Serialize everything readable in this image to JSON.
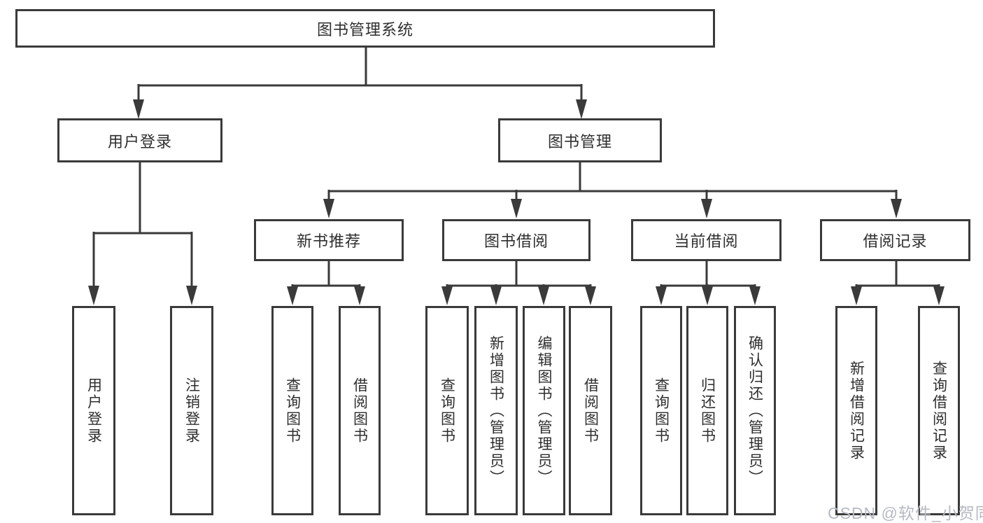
{
  "diagram": {
    "type": "hierarchy-flowchart",
    "watermark": "CSDN @软件_小贺同学",
    "colors": {
      "line": "#3a3a3a",
      "box_border": "#3a3a3a",
      "box_background": "#ffffff",
      "text": "#2e2e2e",
      "watermark": "#b6bac3"
    }
  },
  "nodes": {
    "root": {
      "label": "图书管理系统"
    },
    "user_login": {
      "label": "用户登录"
    },
    "book_mgmt": {
      "label": "图书管理"
    },
    "new_book_rec": {
      "label": "新书推荐"
    },
    "book_borrow": {
      "label": "图书借阅"
    },
    "current_borrow": {
      "label": "当前借阅"
    },
    "borrow_record": {
      "label": "借阅记录"
    },
    "leaf_user_login": {
      "label": "用户登录"
    },
    "leaf_logout": {
      "label": "注销登录"
    },
    "leaf_query_book_rec": {
      "label": "查询图书"
    },
    "leaf_borrow_book_rec": {
      "label": "借阅图书"
    },
    "leaf_query_book_borrow": {
      "label": "查询图书"
    },
    "leaf_add_book_admin": {
      "label": "新增图书（管理员）"
    },
    "leaf_edit_book_admin": {
      "label": "编辑图书（管理员）"
    },
    "leaf_borrow_book_borrow": {
      "label": "借阅图书"
    },
    "leaf_query_book_current": {
      "label": "查询图书"
    },
    "leaf_return_book": {
      "label": "归还图书"
    },
    "leaf_confirm_return_admin": {
      "label": "确认归还（管理员）"
    },
    "leaf_add_borrow_record": {
      "label": "新增借阅记录"
    },
    "leaf_query_borrow_record": {
      "label": "查询借阅记录"
    }
  },
  "hierarchy": {
    "图书管理系统": {
      "用户登录": [
        "用户登录",
        "注销登录"
      ],
      "图书管理": {
        "新书推荐": [
          "查询图书",
          "借阅图书"
        ],
        "图书借阅": [
          "查询图书",
          "新增图书（管理员）",
          "编辑图书（管理员）",
          "借阅图书"
        ],
        "当前借阅": [
          "查询图书",
          "归还图书",
          "确认归还（管理员）"
        ],
        "借阅记录": [
          "新增借阅记录",
          "查询借阅记录"
        ]
      }
    }
  }
}
